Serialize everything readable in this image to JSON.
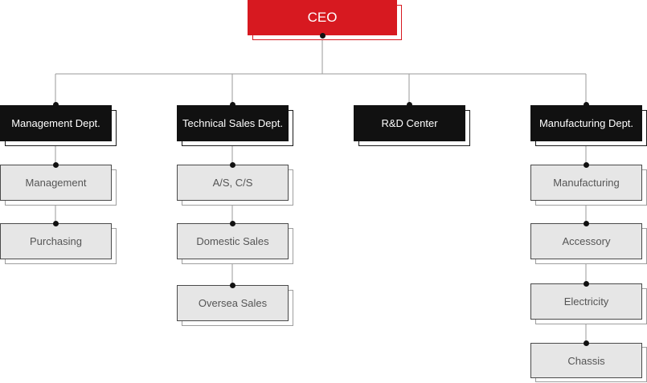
{
  "ceo": {
    "label": "CEO"
  },
  "departments": [
    {
      "label": "Management Dept.",
      "children": [
        "Management",
        "Purchasing"
      ]
    },
    {
      "label": "Technical Sales Dept.",
      "children": [
        "A/S, C/S",
        "Domestic Sales",
        "Oversea Sales"
      ]
    },
    {
      "label": "R&D Center",
      "children": []
    },
    {
      "label": "Manufacturing Dept.",
      "children": [
        "Manufacturing",
        "Accessory",
        "Electricity",
        "Chassis"
      ]
    }
  ],
  "colors": {
    "ceo": "#d71920",
    "department": "#111111",
    "sub_unit": "#e6e6e6",
    "connector": "#9a9a9a"
  }
}
